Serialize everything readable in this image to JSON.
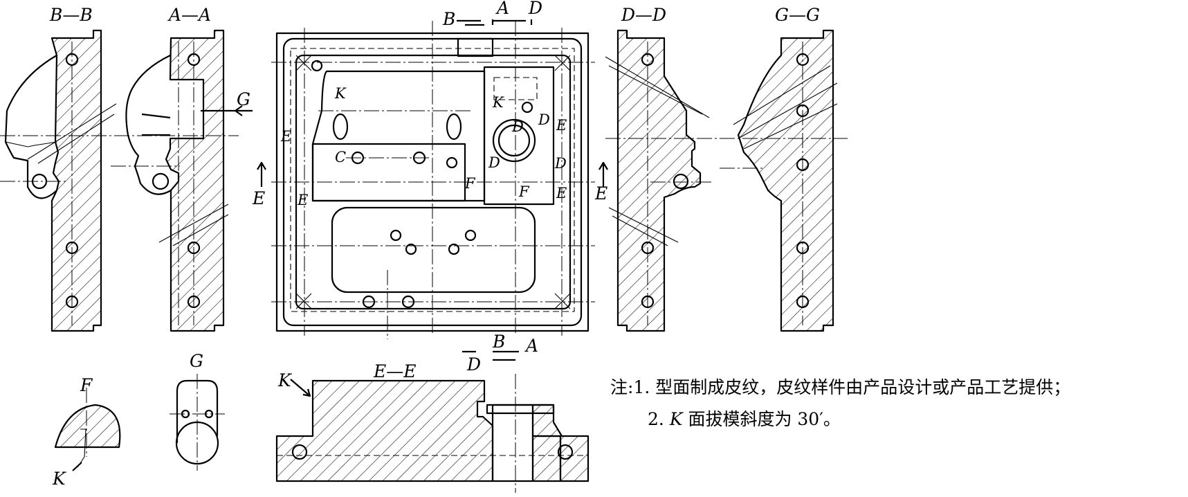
{
  "views": {
    "bb": "B—B",
    "aa": "A—A",
    "dd": "D—D",
    "gg": "G—G",
    "ee": "E—E",
    "f": "F",
    "g": "G"
  },
  "marks": {
    "b": "B",
    "a": "A",
    "d": "D",
    "e": "E",
    "g": "G",
    "k": "K",
    "c": "C",
    "f": "F"
  },
  "notes": {
    "prefix": "注:",
    "line1": "1. 型面制成皮纹，皮纹样件由产品设计或产品工艺提供；",
    "line2_num": "2.",
    "line2_k": "K",
    "line2_rest": " 面拔模斜度为 30′。"
  }
}
